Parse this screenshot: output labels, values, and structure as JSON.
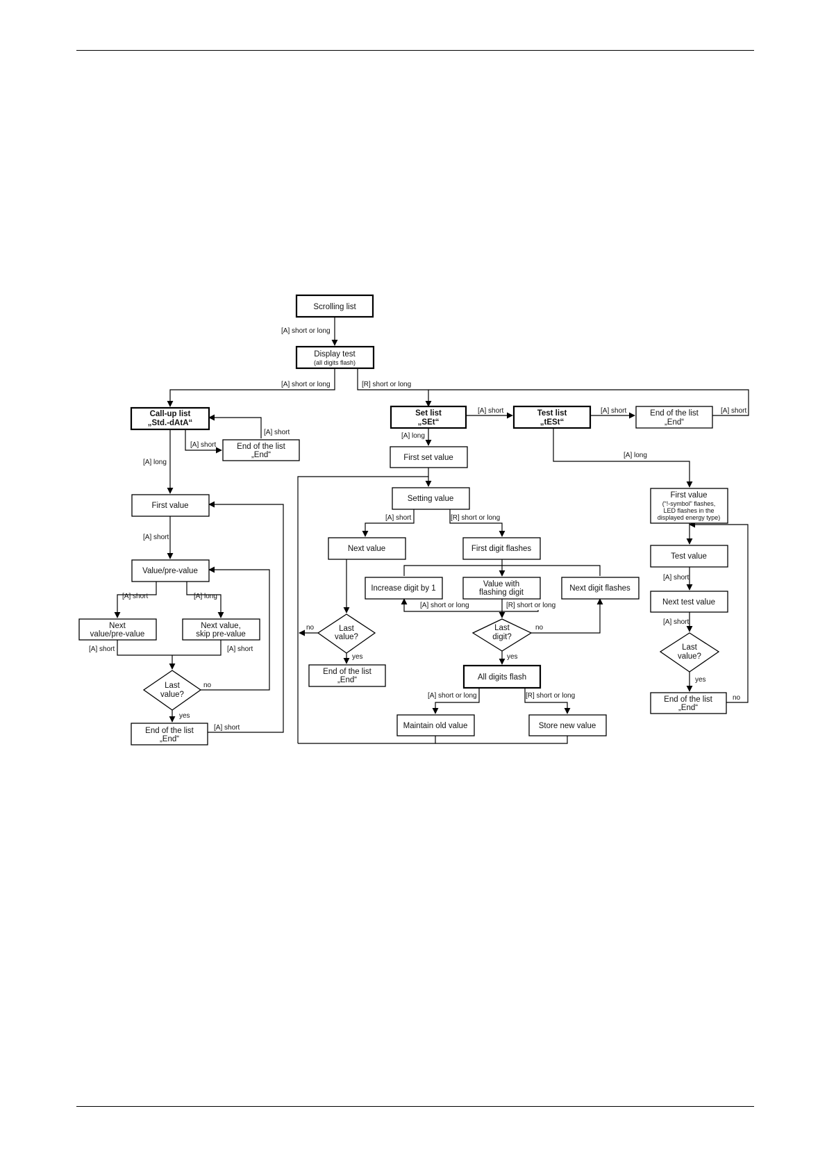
{
  "nodes": {
    "scrolling": "Scrolling list",
    "display_test_1": "Display test",
    "display_test_2": "(all digits flash)",
    "callup_1": "Call-up list",
    "callup_2": "„Std.-dAtA“",
    "end_callup_1": "End of the list",
    "end_callup_2": "„End“",
    "first_value_l": "First value",
    "value_pre": "Value/pre-value",
    "next_value_pre_1": "Next",
    "next_value_pre_2": "value/pre-value",
    "next_value_skip_1": "Next value,",
    "next_value_skip_2": "skip pre-value",
    "last_value_l_1": "Last",
    "last_value_l_2": "value?",
    "end_list_l_1": "End of the list",
    "end_list_l_2": "„End“",
    "set_list_1": "Set list",
    "set_list_2": "„SEt“",
    "test_list_1": "Test list",
    "test_list_2": "„tESt“",
    "end_test_top_1": "End of the list",
    "end_test_top_2": "„End“",
    "first_set_value": "First set value",
    "setting_value": "Setting value",
    "next_value_m": "Next value",
    "first_digit_flashes": "First digit flashes",
    "increase_digit": "Increase digit by 1",
    "value_flashing_1": "Value  with",
    "value_flashing_2": "flashing digit",
    "next_digit_flashes": "Next digit flashes",
    "last_value_m_1": "Last",
    "last_value_m_2": "value?",
    "last_digit_1": "Last",
    "last_digit_2": "digit?",
    "end_list_m_1": "End of the list",
    "end_list_m_2": "„End“",
    "all_digits_flash": "All digits flash",
    "maintain_old": "Maintain old value",
    "store_new": "Store new value",
    "first_value_r_1": "First value",
    "first_value_r_2": "(“!-symbol” flashes,",
    "first_value_r_3": "LED flashes in the",
    "first_value_r_4": "displayed energy type)",
    "test_value": "Test value",
    "next_test_value": "Next test value",
    "last_value_r_1": "Last",
    "last_value_r_2": "value?",
    "end_list_r_1": "End of the list",
    "end_list_r_2": "„End“"
  },
  "labels": {
    "a_short_or_long_1": "[A] short or long",
    "a_short_or_long_2": "[A] short or long",
    "r_short_or_long_1": "[R] short or long",
    "a_short_callup_end": "[A] short",
    "a_short_end_back": "[A] short",
    "a_long_callup": "[A] long",
    "a_short_first": "[A] short",
    "a_short_vp": "[A] short",
    "a_long_vp": "[A] long",
    "a_short_nvp": "[A] short",
    "a_short_nvs": "[A] short",
    "no_l": "no",
    "yes_l": "yes",
    "a_short_end_l": "[A] short",
    "a_short_set_test": "[A] short",
    "a_short_test_end": "[A] short",
    "a_short_end_r_top": "[A] short",
    "a_long_set": "[A] long",
    "a_long_test": "[A] long",
    "a_short_setting": "[A] short",
    "r_short_or_long_setting": "[R] short or long",
    "a_short_or_long_inc": "[A] short or long",
    "r_short_or_long_vf": "[R] short or long",
    "no_m1": "no",
    "yes_m1": "yes",
    "no_m2": "no",
    "yes_m2": "yes",
    "a_short_or_long_all": "[A] short or long",
    "r_short_or_long_all": "[R] short or long",
    "a_short_test": "[A] short",
    "a_short_nexttest": "[A] short",
    "yes_r": "yes",
    "no_r": "no"
  }
}
